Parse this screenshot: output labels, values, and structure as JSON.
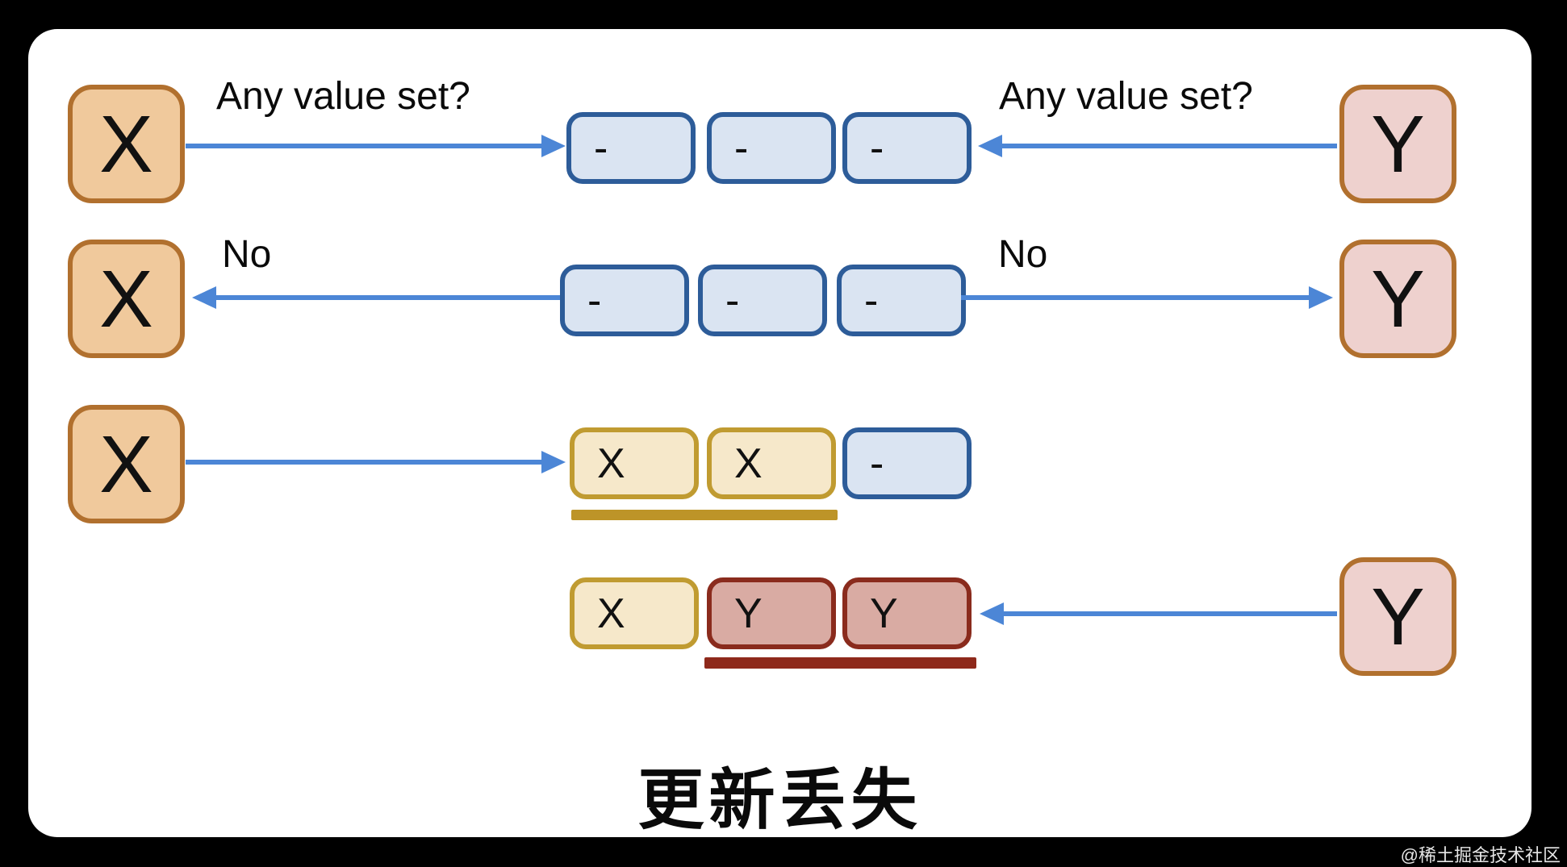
{
  "title": "更新丢失",
  "watermark": "@稀土掘金技术社区",
  "colors": {
    "node_border": "#b1702e",
    "node_x_fill": "#f0c99c",
    "node_y_fill": "#eed1ce",
    "slot_empty_fill": "#dae4f2",
    "slot_empty_border": "#2d5c99",
    "slot_x_fill": "#f6e8ca",
    "slot_x_border": "#c09b31",
    "slot_y_fill": "#d9aba3",
    "slot_y_border": "#8a2b1d",
    "underline_x": "#bd9428",
    "underline_y": "#8e291b",
    "arrow": "#4c86d6",
    "panel_bg": "#ffffff",
    "frame_bg": "#000000",
    "watermark_color": "#e6e6e6"
  },
  "rows": [
    {
      "left_node": "X",
      "right_node": "Y",
      "left_label": "Any value set?",
      "right_label": "Any value set?",
      "slots": [
        "-",
        "-",
        "-"
      ]
    },
    {
      "left_node": "X",
      "right_node": "Y",
      "left_label": "No",
      "right_label": "No",
      "slots": [
        "-",
        "-",
        "-"
      ]
    },
    {
      "left_node": "X",
      "slots": [
        "X",
        "X",
        "-"
      ]
    },
    {
      "right_node": "Y",
      "slots": [
        "X",
        "Y",
        "Y"
      ]
    }
  ]
}
